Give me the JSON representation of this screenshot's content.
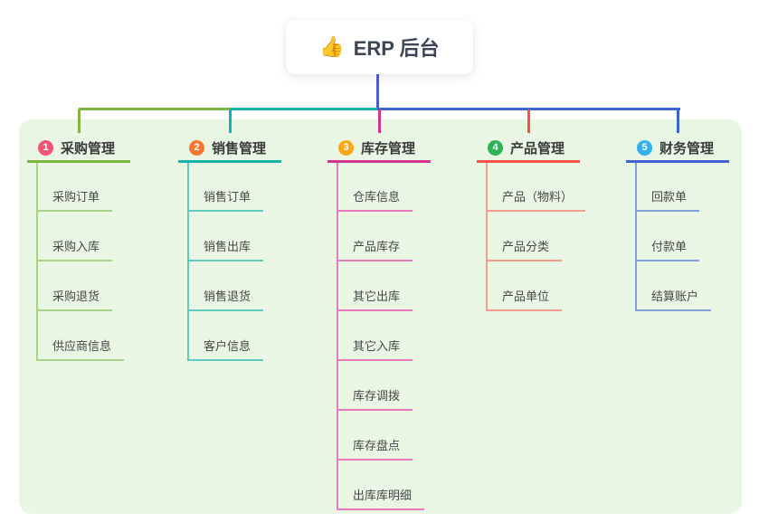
{
  "root": {
    "icon": "👍",
    "icon_name": "thumbs-up-icon",
    "label": "ERP 后台",
    "text_color": "#3d4553"
  },
  "panel": {
    "bg_color": "#e9f6e4"
  },
  "connector": {
    "stem_color": "#4e5ec6"
  },
  "branches": [
    {
      "num": "1",
      "label": "采购管理",
      "badge_color": "#f25573",
      "line_color": "#7cb83f",
      "child_line_color": "#a9d287",
      "children": [
        "采购订单",
        "采购入库",
        "采购退货",
        "供应商信息"
      ]
    },
    {
      "num": "2",
      "label": "销售管理",
      "badge_color": "#f5782e",
      "line_color": "#17b3ab",
      "child_line_color": "#63cac2",
      "children": [
        "销售订单",
        "销售出库",
        "销售退货",
        "客户信息"
      ]
    },
    {
      "num": "3",
      "label": "库存管理",
      "badge_color": "#fba919",
      "line_color": "#d4348f",
      "child_line_color": "#ea78bc",
      "children": [
        "仓库信息",
        "产品库存",
        "其它出库",
        "其它入库",
        "库存调拨",
        "库存盘点",
        "出库库明细"
      ]
    },
    {
      "num": "4",
      "label": "产品管理",
      "badge_color": "#2cb456",
      "line_color": "#f25248",
      "child_line_color": "#f49b92",
      "children": [
        "产品（物料）",
        "产品分类",
        "产品单位"
      ]
    },
    {
      "num": "5",
      "label": "财务管理",
      "badge_color": "#31b2ef",
      "line_color": "#3f63d2",
      "child_line_color": "#829fd8",
      "children": [
        "回款单",
        "付款单",
        "结算账户"
      ]
    }
  ]
}
